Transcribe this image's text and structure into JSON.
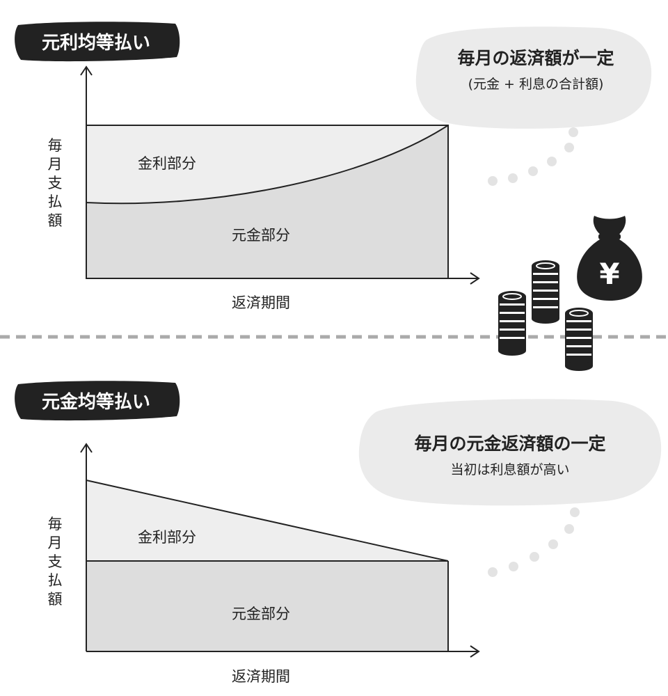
{
  "top": {
    "title": "元利均等払い",
    "ylabel": [
      "毎",
      "月",
      "支",
      "払",
      "額"
    ],
    "xlabel": "返済期間",
    "interest_label": "金利部分",
    "principal_label": "元金部分",
    "bubble_main": "毎月の返済額が一定",
    "bubble_sub": "(元金 + 利息の合計額)"
  },
  "bottom": {
    "title": "元金均等払い",
    "ylabel": [
      "毎",
      "月",
      "支",
      "払",
      "額"
    ],
    "xlabel": "返済期間",
    "interest_label": "金利部分",
    "principal_label": "元金部分",
    "bubble_main": "毎月の元金返済額の一定",
    "bubble_sub": "当初は利息額が高い"
  },
  "icons": {
    "money_bag_symbol": "¥",
    "money_bag": "money-bag-icon",
    "coins": "coin-stack-icon"
  },
  "colors": {
    "dark": "#222222",
    "interest_fill": "#eeeeee",
    "principal_fill": "#dddddd",
    "bubble_fill": "#ebebeb",
    "divider": "#aaaaaa"
  }
}
